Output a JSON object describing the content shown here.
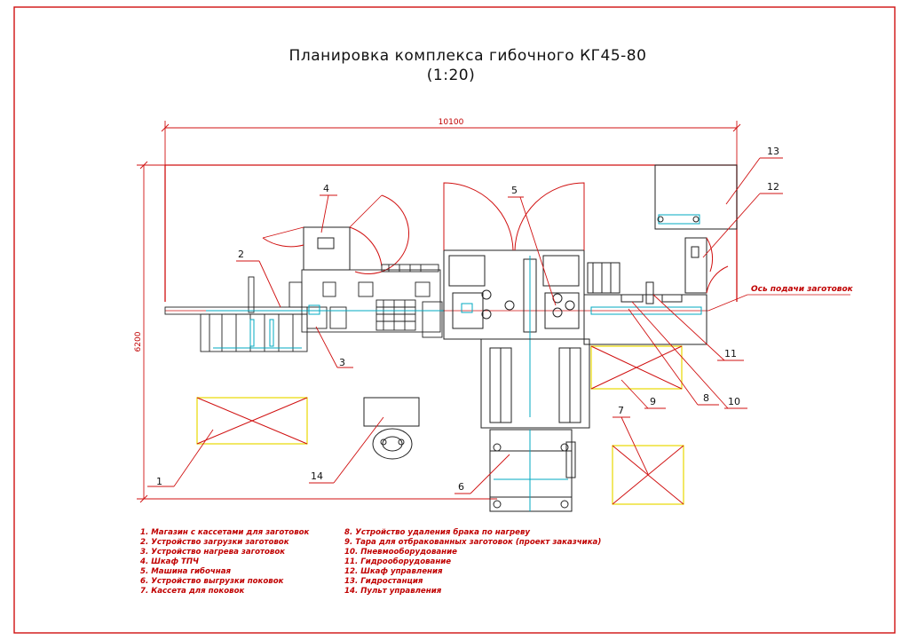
{
  "title": {
    "line1": "Планировка комплекса гибочного КГ45-80",
    "line2": "(1:20)"
  },
  "dimensions": {
    "width": "10100",
    "height": "6200"
  },
  "axis_label": "Ось подачи заготовок",
  "callouts": [
    "1",
    "2",
    "3",
    "4",
    "5",
    "6",
    "7",
    "8",
    "9",
    "10",
    "11",
    "12",
    "13",
    "14"
  ],
  "legend_left": [
    "1.  Магазин с кассетами для заготовок",
    "2.  Устройство загрузки заготовок",
    "3.  Устройство нагрева заготовок",
    "4.  Шкаф ТПЧ",
    "5.  Машина гибочная",
    "6.  Устройство выгрузки поковок",
    "7.  Кассета для поковок"
  ],
  "legend_right": [
    "8.  Устройство удаления брака по нагреву",
    "9.  Тара для отбракованных заготовок (проект заказчика)",
    "10.  Пневмооборудование",
    "11.  Гидрооборудование",
    "12.  Шкаф управления",
    "13.  Гидростанция",
    "14.  Пульт управления"
  ],
  "colors": {
    "frame": "#d01010",
    "equipment": "#222222",
    "axis": "#00a8c0",
    "placeholder": "#e8d800",
    "legend_text": "#c00000"
  }
}
